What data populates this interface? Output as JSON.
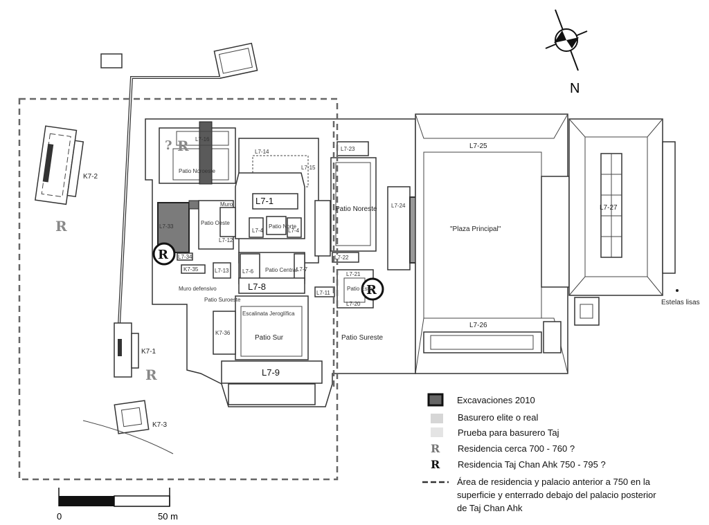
{
  "compass": {
    "north_label": "N"
  },
  "structures": {
    "k7_1": "K7-1",
    "k7_2": "K7-2",
    "k7_3": "K7-3",
    "k7_35": "K7-35",
    "k7_36": "K7-36",
    "l7_1": "L7-1",
    "l7_4a": "L7-4",
    "l7_4b": "L7-4",
    "l7_6": "L7-6",
    "l7_7": "L7-7",
    "l7_8": "L7-8",
    "l7_9": "L7-9",
    "l7_12": "L7-12",
    "l7_13": "L7-13",
    "l7_14": "L7-14",
    "l7_15": "L7-15",
    "l7_16": "L7-16",
    "l7_20": "L7-20",
    "l7_21": "L7-21",
    "l7_22": "L7-22",
    "l7_23": "L7-23",
    "l7_24": "L7-24",
    "l7_25": "L7-25",
    "l7_26": "L7-26",
    "l7_27": "L7-27",
    "l7_33": "L7-33",
    "l7_34": "L7-34",
    "l7_11": "L7-11"
  },
  "areas": {
    "patio_noroeste": "Patio Noroeste",
    "patio_oeste": "Patio Oeste",
    "muro": "Muro",
    "patio_norte": "Patio Norte",
    "patio_central": "Patio Central",
    "muro_defensivo": "Muro defensivo",
    "patio_suroeste": "Patio Suroeste",
    "escalinata": "Escalinata Jeroglífica",
    "patio_sur": "Patio Sur",
    "patio_noreste": "Patio Noreste",
    "patio_este": "Patio Este",
    "patio_sureste": "Patio Sureste",
    "plaza_principal": "\"Plaza Principal\"",
    "estelas_lisas": "Estelas lisas"
  },
  "markers": {
    "residence": "R",
    "question": "?"
  },
  "legend": {
    "items": [
      {
        "label": "Excavaciones 2010",
        "color": "#555555"
      },
      {
        "label": "Basurero elite o real",
        "color": "#d6d6d6"
      },
      {
        "label": "Prueba para basurero Taj",
        "color": "#e4e4e4"
      },
      {
        "label": "Residencia cerca 700 - 760 ?",
        "symbol": "R",
        "color": "#777777"
      },
      {
        "label": "Residencia Taj Chan Ahk 750 - 795 ?",
        "symbol": "R",
        "color": "#111111"
      }
    ],
    "dashed_label": [
      "Área de residencia y palacio anterior a 750 en la",
      "superficie y enterrado debajo del palacio posterior",
      "de Taj Chan Ahk"
    ]
  },
  "scale": {
    "start": "0",
    "end": "50 m"
  }
}
